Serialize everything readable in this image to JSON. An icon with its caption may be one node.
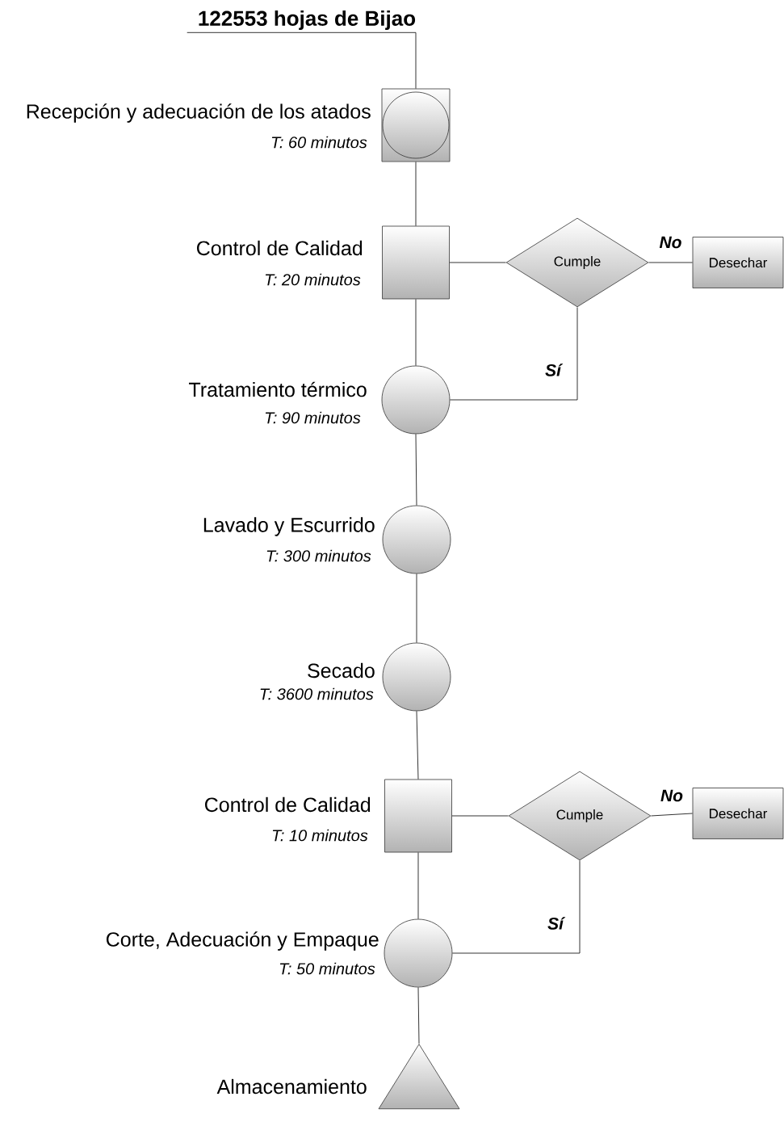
{
  "diagram": {
    "nodes": [
      {
        "text": [
          "122553 hojas de Bijao"
        ]
      },
      {
        "text": [
          "Recepción y adecuación de los atados"
        ],
        "beside": [
          "T: 60 minutos"
        ]
      },
      {
        "text": [
          "Control de Calidad"
        ],
        "beside": [
          "T: 20 minutos"
        ]
      },
      {
        "text": [
          "Cumple"
        ]
      },
      {
        "text": [
          "Desechar"
        ]
      },
      {
        "text": [
          "Tratamiento térmico"
        ],
        "beside": [
          "T: 90 minutos"
        ]
      },
      {
        "text": [
          "Lavado y Escurrido"
        ],
        "beside": [
          "T: 300 minutos"
        ]
      },
      {
        "text": [
          "Secado"
        ],
        "beside": [
          "T: 3600 minutos"
        ]
      },
      {
        "text": [
          "Control de Calidad"
        ],
        "beside": [
          "T: 10 minutos"
        ]
      },
      {
        "text": [
          "Cumple"
        ]
      },
      {
        "text": [
          "Desechar"
        ]
      },
      {
        "text": [
          "Corte, Adecuación y Empaque"
        ],
        "beside": [
          "T: 50 minutos"
        ]
      },
      {
        "text": [
          "Almacenamiento"
        ]
      }
    ],
    "edges": [
      {
        "from": 0,
        "to": 1,
        "arrow": "none"
      },
      {
        "from": 1,
        "to": 2,
        "arrow": "none"
      },
      {
        "from": 2,
        "to": 3,
        "arrow": "none"
      },
      {
        "from": 3,
        "to": 4,
        "arrow": "none",
        "label": "No"
      },
      {
        "from": 3,
        "to": 5,
        "arrow": "none",
        "label": "Sí"
      },
      {
        "from": 2,
        "to": 5,
        "arrow": "none"
      },
      {
        "from": 5,
        "to": 6,
        "arrow": "none"
      },
      {
        "from": 6,
        "to": 7,
        "arrow": "none"
      },
      {
        "from": 7,
        "to": 8,
        "arrow": "none"
      },
      {
        "from": 8,
        "to": 9,
        "arrow": "none"
      },
      {
        "from": 9,
        "to": 10,
        "arrow": "none",
        "label": "No"
      },
      {
        "from": 9,
        "to": 11,
        "arrow": "none",
        "label": "Sí"
      },
      {
        "from": 8,
        "to": 11,
        "arrow": "none"
      },
      {
        "from": 11,
        "to": 12,
        "arrow": "none"
      }
    ]
  }
}
